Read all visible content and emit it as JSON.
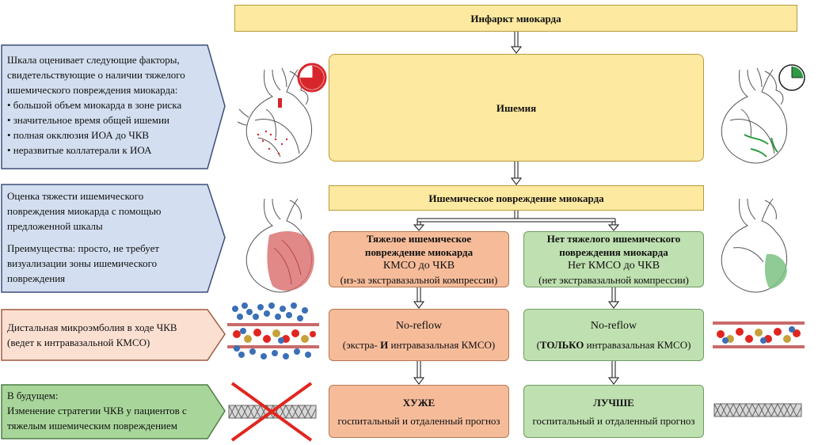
{
  "top": {
    "title": "Инфаркт миокарда"
  },
  "ischemia": {
    "title": "Ишемия"
  },
  "injury": {
    "title": "Ишемическое повреждение миокарда"
  },
  "severe": {
    "title_line1": "Тяжелое ишемическое",
    "title_line2": "повреждение миокарда",
    "line1": "КМСО до ЧКВ",
    "line2": "(из-за экстравазальной компрессии)"
  },
  "nosevere": {
    "title_line1": "Нет тяжелого ишемического",
    "title_line2": "повреждения миокарда",
    "line1": "Нет КМСО до ЧКВ",
    "line2": "(нет экстравазальной компрессии)"
  },
  "noreflow_left": {
    "title": "No-reflow",
    "line_prefix": "(экстра- ",
    "line_bold": "И",
    "line_suffix": " интравазальная КМСО)"
  },
  "noreflow_right": {
    "title": "No-reflow",
    "line_prefix": "(",
    "line_bold": "ТОЛЬКО",
    "line_suffix": " интравазальная КМСО)"
  },
  "worse": {
    "title": "ХУЖЕ",
    "line": "госпитальный и отдаленный прогноз"
  },
  "better": {
    "title": "ЛУЧШЕ",
    "line": "госпитальный и отдаленный прогноз"
  },
  "side": {
    "s1": [
      "Шкала оценивает следующие факторы,",
      "свидетельствующие о наличии тяжелого",
      "ишемического повреждения миокарда:",
      "• большой объем миокарда в зоне риска",
      "• значительное время общей ишемии",
      "• полная окклюзия ИОА до ЧКВ",
      "• неразвитые коллатерали к ИОА"
    ],
    "s2a": [
      "Оценка тяжести ишемического",
      "повреждения миокарда с помощью",
      "предложенной шкалы"
    ],
    "s2b": [
      "Преимущества: просто, не требует",
      "визуализации зоны ишемического",
      "повреждения"
    ],
    "s3": [
      "Дистальная микроэмболия в ходе ЧКВ",
      "(ведет к интравазальной КМСО)"
    ],
    "s4": [
      "В будущем:",
      "Изменение стратегии ЧКВ у пациентов с",
      "тяжелым ишемическим повреждением"
    ]
  },
  "colors": {
    "blue_panel": "#d3dff0",
    "peach_panel": "#fbe0d2",
    "green_panel": "#a8d69a",
    "clock_red": "#d7262b",
    "clock_green": "#2e9b43"
  }
}
